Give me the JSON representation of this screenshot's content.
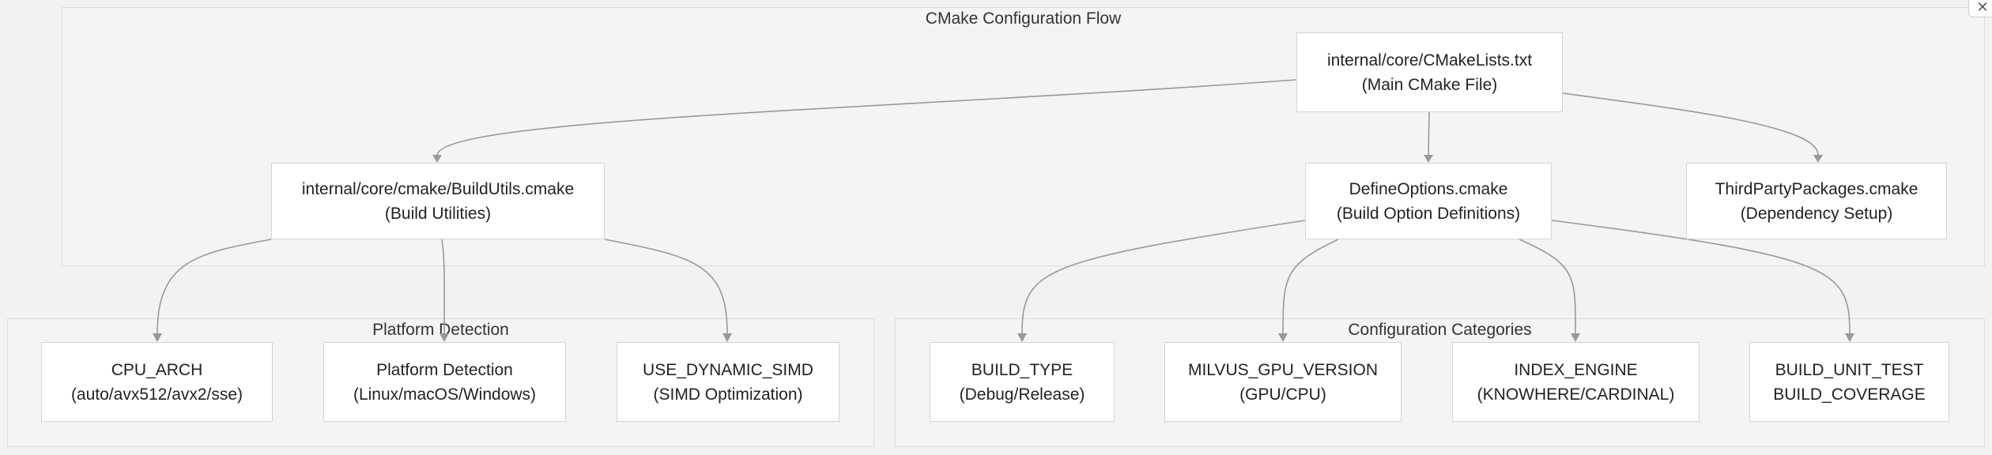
{
  "clusters": {
    "cmake": {
      "title": "CMake Configuration Flow"
    },
    "platform": {
      "title": "Platform Detection"
    },
    "config": {
      "title": "Configuration Categories"
    }
  },
  "nodes": {
    "main": {
      "line1": "internal/core/CMakeLists.txt",
      "line2": "(Main CMake File)"
    },
    "buildutils": {
      "line1": "internal/core/cmake/BuildUtils.cmake",
      "line2": "(Build Utilities)"
    },
    "defineoptions": {
      "line1": "DefineOptions.cmake",
      "line2": "(Build Option Definitions)"
    },
    "thirdparty": {
      "line1": "ThirdPartyPackages.cmake",
      "line2": "(Dependency Setup)"
    },
    "cpuarch": {
      "line1": "CPU_ARCH",
      "line2": "(auto/avx512/avx2/sse)"
    },
    "platformdet": {
      "line1": "Platform Detection",
      "line2": "(Linux/macOS/Windows)"
    },
    "dynsimd": {
      "line1": "USE_DYNAMIC_SIMD",
      "line2": "(SIMD Optimization)"
    },
    "buildtype": {
      "line1": "BUILD_TYPE",
      "line2": "(Debug/Release)"
    },
    "gpuversion": {
      "line1": "MILVUS_GPU_VERSION",
      "line2": "(GPU/CPU)"
    },
    "indexengine": {
      "line1": "INDEX_ENGINE",
      "line2": "(KNOWHERE/CARDINAL)"
    },
    "unittest": {
      "line1": "BUILD_UNIT_TEST",
      "line2": "BUILD_COVERAGE"
    }
  },
  "edges": [
    {
      "from": "main",
      "to": "buildutils"
    },
    {
      "from": "main",
      "to": "defineoptions"
    },
    {
      "from": "main",
      "to": "thirdparty"
    },
    {
      "from": "buildutils",
      "to": "cpuarch"
    },
    {
      "from": "buildutils",
      "to": "platformdet"
    },
    {
      "from": "buildutils",
      "to": "dynsimd"
    },
    {
      "from": "defineoptions",
      "to": "buildtype"
    },
    {
      "from": "defineoptions",
      "to": "gpuversion"
    },
    {
      "from": "defineoptions",
      "to": "indexengine"
    },
    {
      "from": "defineoptions",
      "to": "unittest"
    }
  ],
  "colors": {
    "edge": "#999999",
    "node_fill": "#ffffff",
    "cluster_fill": "#f4f4f4"
  },
  "corner_icon": "close-icon"
}
